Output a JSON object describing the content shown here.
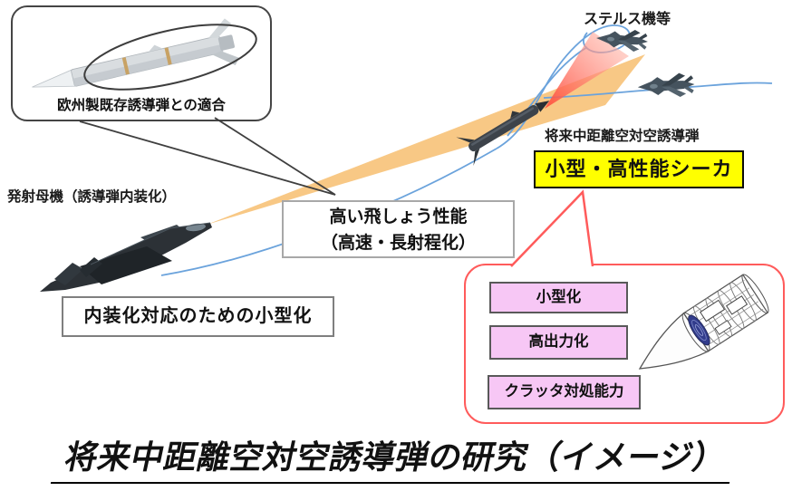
{
  "labels": {
    "stealth_aircraft": "ステルス機等",
    "launch_aircraft": "発射母機（誘導弾内装化）",
    "future_missile": "将来中距離空対空誘導弾"
  },
  "callout_euro": {
    "label": "欧州製既存誘導弾との適合"
  },
  "boxes": {
    "seeker_highlight": "小型・高性能シーカ",
    "flight_performance": {
      "line1": "高い飛しょう性能",
      "line2": "（高速・長射程化）"
    },
    "internal_miniaturization": "内装化対応のための小型化"
  },
  "bubble_seeker": {
    "features": [
      {
        "label": "小型化"
      },
      {
        "label": "高出力化"
      },
      {
        "label": "クラッタ対処能力"
      }
    ]
  },
  "title": "将来中距離空対空誘導弾の研究（イメージ）",
  "colors": {
    "highlight_yellow": "#ffff00",
    "feature_pink": "#f7c7f5",
    "bubble_red": "#ff5b5b",
    "beam_orange": "#f8c57e",
    "cone_red": "#ff4a39",
    "path_blue": "#6ba3dc"
  }
}
